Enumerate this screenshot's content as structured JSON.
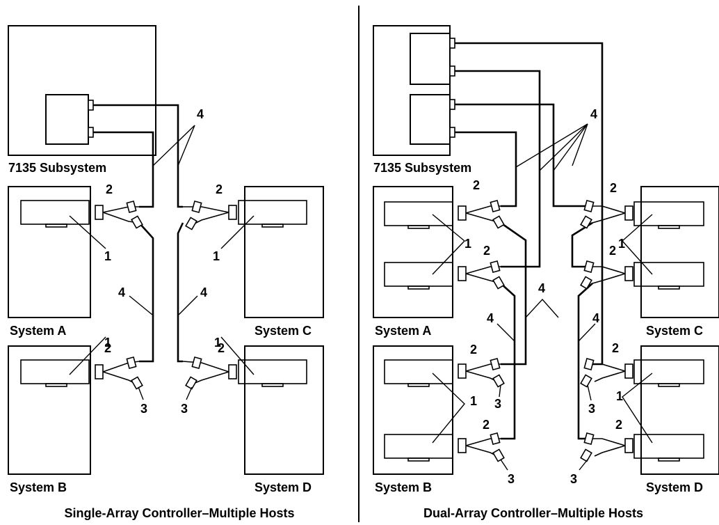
{
  "left": {
    "subsystem_label": "7135 Subsystem",
    "system_a": "System A",
    "system_b": "System B",
    "system_c": "System C",
    "system_d": "System D",
    "caption": "Single-Array Controller–Multiple Hosts"
  },
  "right": {
    "subsystem_label": "7135 Subsystem",
    "system_a": "System A",
    "system_b": "System B",
    "system_c": "System C",
    "system_d": "System D",
    "caption": "Dual-Array Controller–Multiple Hosts"
  },
  "callouts": {
    "adapter": "1",
    "y_cable": "2",
    "terminator": "3",
    "cable": "4"
  }
}
